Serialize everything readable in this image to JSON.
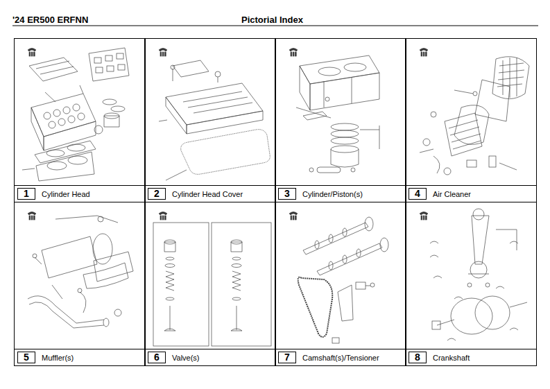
{
  "diagram": {
    "title": "Pictorial Index",
    "nodes": [
      {
        "text": [
          "Cylinder Head"
        ]
      },
      {
        "text": [
          "1"
        ],
        "in": 0
      },
      {
        "text": [
          "Cylinder Head Cover"
        ]
      },
      {
        "text": [
          "2"
        ],
        "in": 2
      },
      {
        "text": [
          "Cylinder/Piston(s)"
        ]
      },
      {
        "text": [
          "3"
        ],
        "in": 4
      },
      {
        "text": [
          "Air Cleaner"
        ]
      },
      {
        "text": [
          "4"
        ],
        "in": 6
      },
      {
        "text": [
          "Muffler(s)"
        ]
      },
      {
        "text": [
          "5"
        ],
        "in": 8
      },
      {
        "text": [
          "Valve(s)"
        ]
      },
      {
        "text": [
          "6"
        ],
        "in": 10
      },
      {
        "text": [
          "Camshaft(s)/Tensioner"
        ]
      },
      {
        "text": [
          "7"
        ],
        "in": 12
      },
      {
        "text": [
          "Crankshaft"
        ]
      },
      {
        "text": [
          "8"
        ],
        "in": 14
      }
    ],
    "labels": [
      "'24 ER500 ERFNN"
    ]
  }
}
